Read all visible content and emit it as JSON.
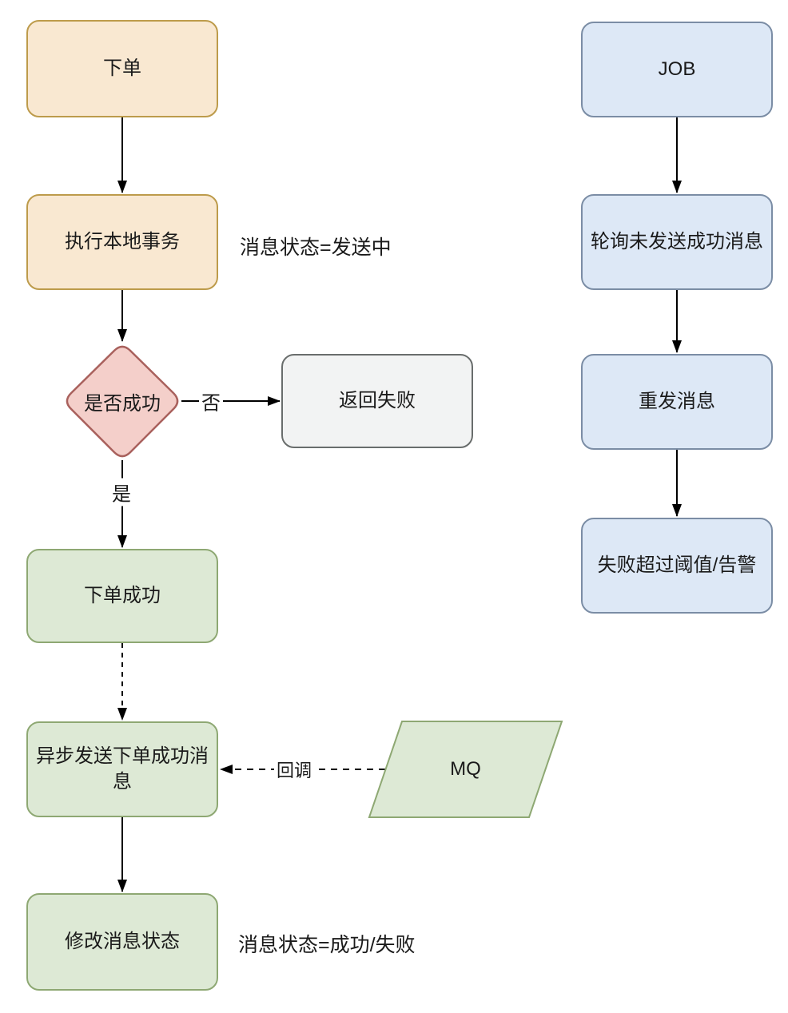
{
  "nodes": {
    "place_order": {
      "label": "下单"
    },
    "local_transaction": {
      "label": "执行本地事务"
    },
    "is_success": {
      "label": "是否成功"
    },
    "return_failure": {
      "label": "返回失败"
    },
    "order_success": {
      "label": "下单成功"
    },
    "async_send_message": {
      "label": "异步发送下单成功消息"
    },
    "mq": {
      "label": "MQ"
    },
    "update_message_status": {
      "label": "修改消息状态"
    },
    "job": {
      "label": "JOB"
    },
    "poll_unsent_messages": {
      "label": "轮询未发送成功消息"
    },
    "resend_message": {
      "label": "重发消息"
    },
    "failure_threshold_alert": {
      "label": "失败超过阈值/告警"
    }
  },
  "edge_labels": {
    "no": "否",
    "yes": "是",
    "callback": "回调"
  },
  "annotations": {
    "message_status_sending": "消息状态=发送中",
    "message_status_result": "消息状态=成功/失败"
  },
  "colors": {
    "orange_fill": "#f9e8d1",
    "orange_border": "#bd9b4b",
    "red_fill": "#f4cfca",
    "red_border": "#a9615d",
    "gray_fill": "#f2f3f3",
    "gray_border": "#696d6c",
    "green_fill": "#dde9d5",
    "green_border": "#8ea873",
    "blue_fill": "#dde8f6",
    "blue_border": "#7b8da5",
    "arrow": "#000000",
    "text": "#1a1a1a",
    "background": "#ffffff"
  }
}
